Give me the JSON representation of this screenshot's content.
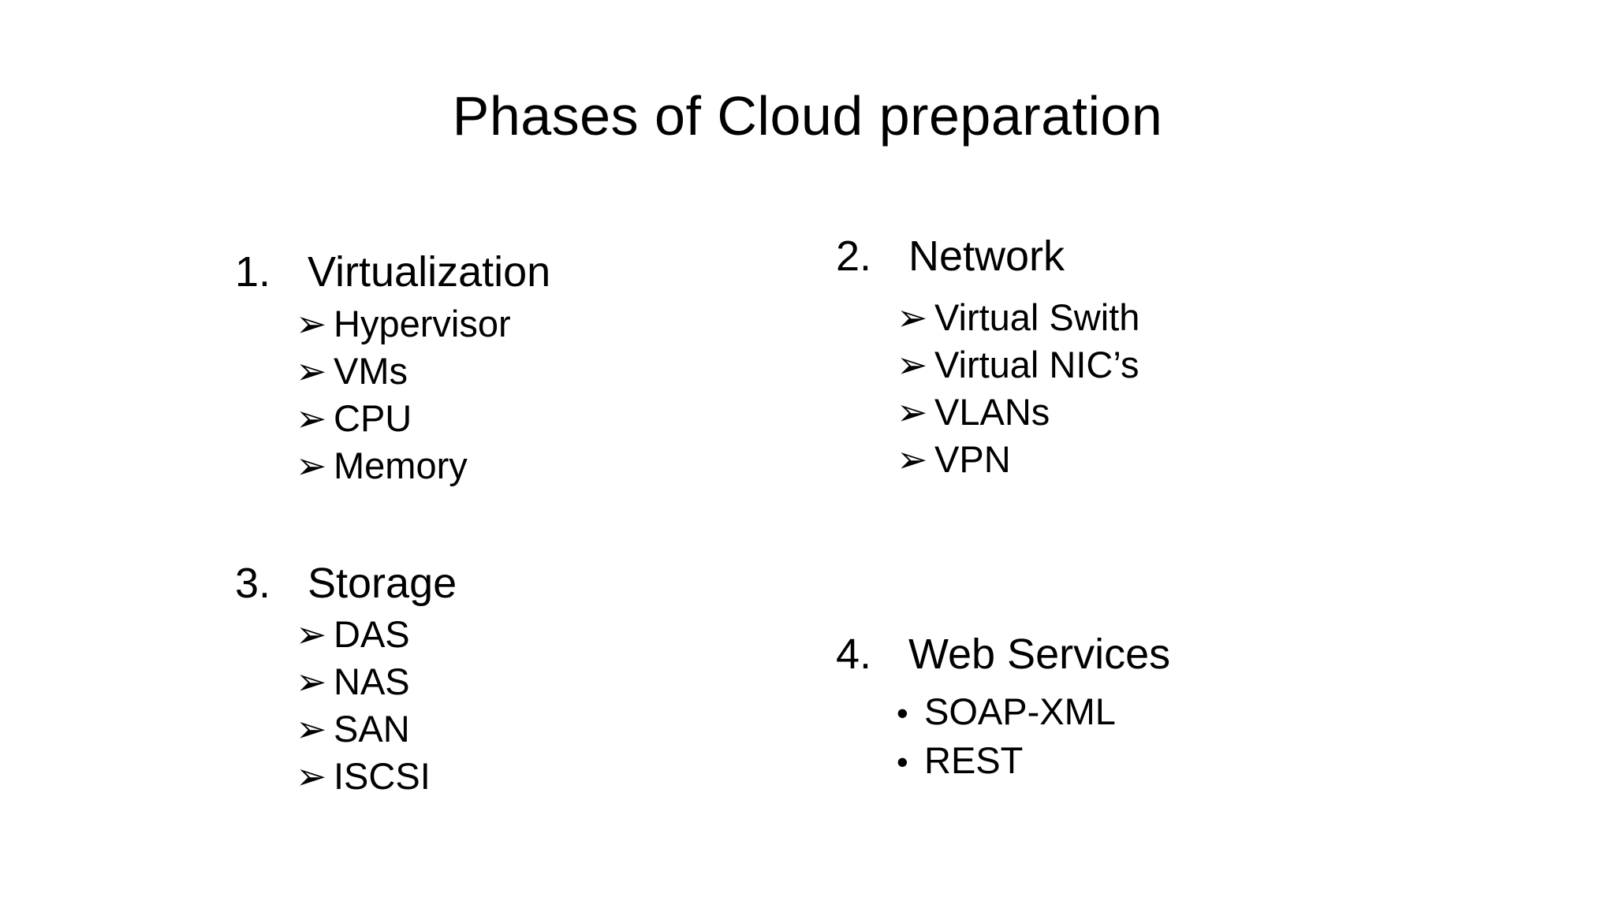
{
  "slide": {
    "title": "Phases of Cloud preparation",
    "background_color": "#ffffff",
    "text_color": "#000000",
    "sections": [
      {
        "number": "1.",
        "heading": "Virtualization",
        "bullet_char": "➢",
        "bullet_icon": "arrow-bullet-icon",
        "items": [
          "Hypervisor",
          "VMs",
          "CPU",
          "Memory"
        ]
      },
      {
        "number": "2.",
        "heading": "Network",
        "bullet_char": "➢",
        "bullet_icon": "arrow-bullet-icon",
        "items": [
          "Virtual Swith",
          "Virtual NIC’s",
          "VLANs",
          "VPN"
        ]
      },
      {
        "number": "3.",
        "heading": "Storage",
        "bullet_char": "➢",
        "bullet_icon": "arrow-bullet-icon",
        "items": [
          "DAS",
          "NAS",
          "SAN",
          "ISCSI"
        ]
      },
      {
        "number": "4.",
        "heading": "Web Services",
        "bullet_char": "•",
        "bullet_icon": "dot-bullet-icon",
        "items": [
          "SOAP-XML",
          "REST"
        ]
      }
    ]
  }
}
